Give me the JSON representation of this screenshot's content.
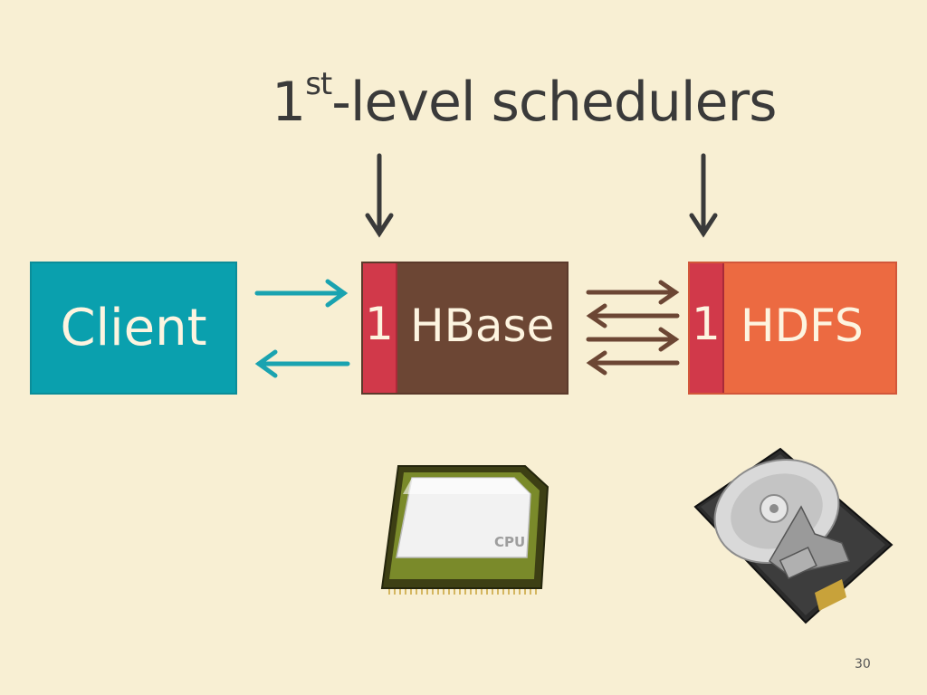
{
  "title": {
    "main": "1",
    "sup": "st",
    "rest": "-level schedulers"
  },
  "boxes": {
    "client": {
      "label": "Client",
      "color": "#0aa0ae"
    },
    "hbase": {
      "number": "1",
      "label": "HBase",
      "color": "#6c4634"
    },
    "hdfs": {
      "number": "1",
      "label": "HDFS",
      "color": "#ec6a41"
    }
  },
  "icons": {
    "cpu": {
      "label": "CPU",
      "name": "cpu-chip-icon"
    },
    "disk": {
      "name": "hard-disk-icon"
    }
  },
  "page_number": "30"
}
